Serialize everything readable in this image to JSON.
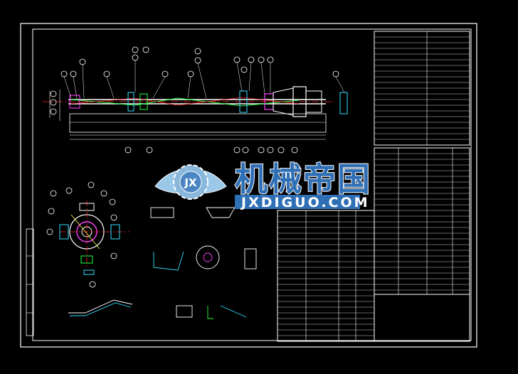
{
  "drawing": {
    "background": "#000000",
    "line_colors": {
      "frame": "#ffffff",
      "center": "#ff2020",
      "dimension": "#30e0ff",
      "part_green": "#20ff40",
      "part_magenta": "#ff40ff",
      "part_yellow": "#ffff40"
    }
  },
  "watermark": {
    "cn_text": "机械帝国",
    "en_text": "JXDIGUO.COM",
    "logo_letter": "JX",
    "icon": "gear-wings-logo",
    "color": "#2f6fb5"
  }
}
